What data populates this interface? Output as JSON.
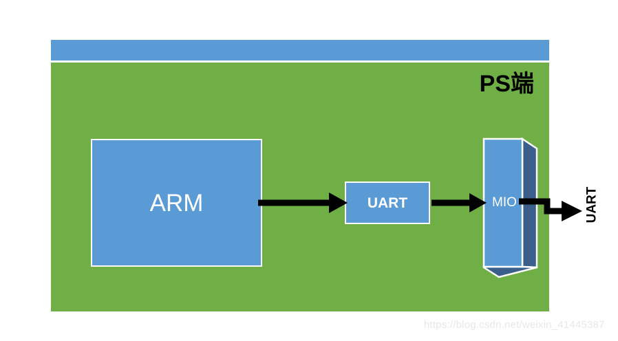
{
  "diagram": {
    "title_label": "PS端",
    "container": {
      "name": "ps-container",
      "header_color": "#5B9BD5",
      "body_color": "#70AE46"
    },
    "blocks": [
      {
        "id": "arm",
        "label": "ARM",
        "fill": "#5B9BD5",
        "border": "#FFFFFF",
        "text_color": "#FFFFFF",
        "shape": "rectangle"
      },
      {
        "id": "uart",
        "label": "UART",
        "fill": "#5B9BD5",
        "border": "#FFFFFF",
        "text_color": "#FFFFFF",
        "shape": "rectangle"
      },
      {
        "id": "mio",
        "label": "MIO",
        "fill": "#5B9BD5",
        "side_fill": "#3A5F8A",
        "border": "#FFFFFF",
        "text_color": "#FFFFFF",
        "shape": "cuboid"
      }
    ],
    "connections": [
      {
        "id": "arm-to-uart",
        "from": "ARM",
        "to": "UART",
        "style": "straight-arrow",
        "color": "#000000"
      },
      {
        "id": "uart-to-mio",
        "from": "UART",
        "to": "MIO",
        "style": "straight-arrow",
        "color": "#000000"
      },
      {
        "id": "mio-to-external",
        "from": "MIO",
        "to": "UART",
        "style": "stepped-arrow",
        "color": "#000000"
      }
    ],
    "external_label": "UART",
    "watermark": "https://blog.csdn.net/weixin_41445387"
  }
}
